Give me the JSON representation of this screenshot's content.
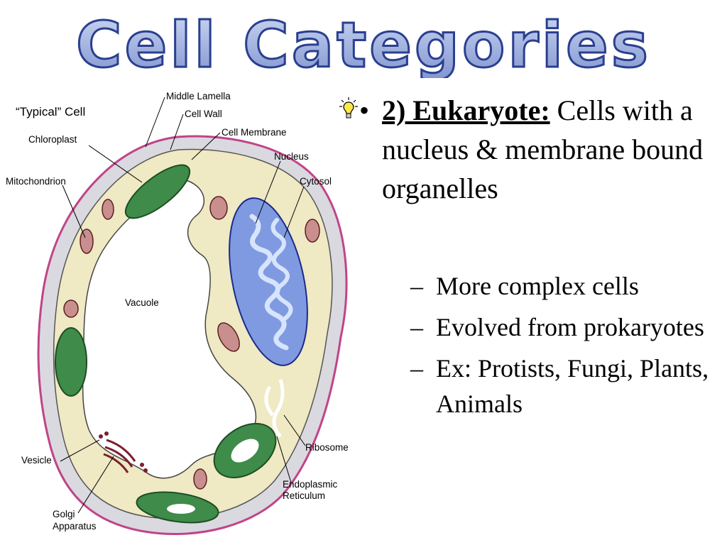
{
  "slide": {
    "title": "Cell Categories"
  },
  "diagram": {
    "heading": "“Typical” Cell",
    "labels": {
      "middle_lamella": "Middle Lamella",
      "cell_wall": "Cell Wall",
      "cell_membrane": "Cell Membrane",
      "chloroplast": "Chloroplast",
      "nucleus": "Nucleus",
      "mitochondrion": "Mitochondrion",
      "cytosol": "Cytosol",
      "vacuole": "Vacuole",
      "ribosome": "Ribosome",
      "vesicle": "Vesicle",
      "er_line1": "Endoplasmic",
      "er_line2": "Reticulum",
      "golgi_line1": "Golgi",
      "golgi_line2": "Apparatus"
    }
  },
  "content": {
    "bullet_head": "2) Eukaryote:",
    "bullet_text": " Cells with a nucleus & membrane bound organelles",
    "sub_bullets": [
      "More complex cells",
      "Evolved from prokaryotes",
      "Ex: Protists, Fungi, Plants, Animals"
    ]
  },
  "icons": {
    "bullet_marker": "lightbulb-icon"
  }
}
